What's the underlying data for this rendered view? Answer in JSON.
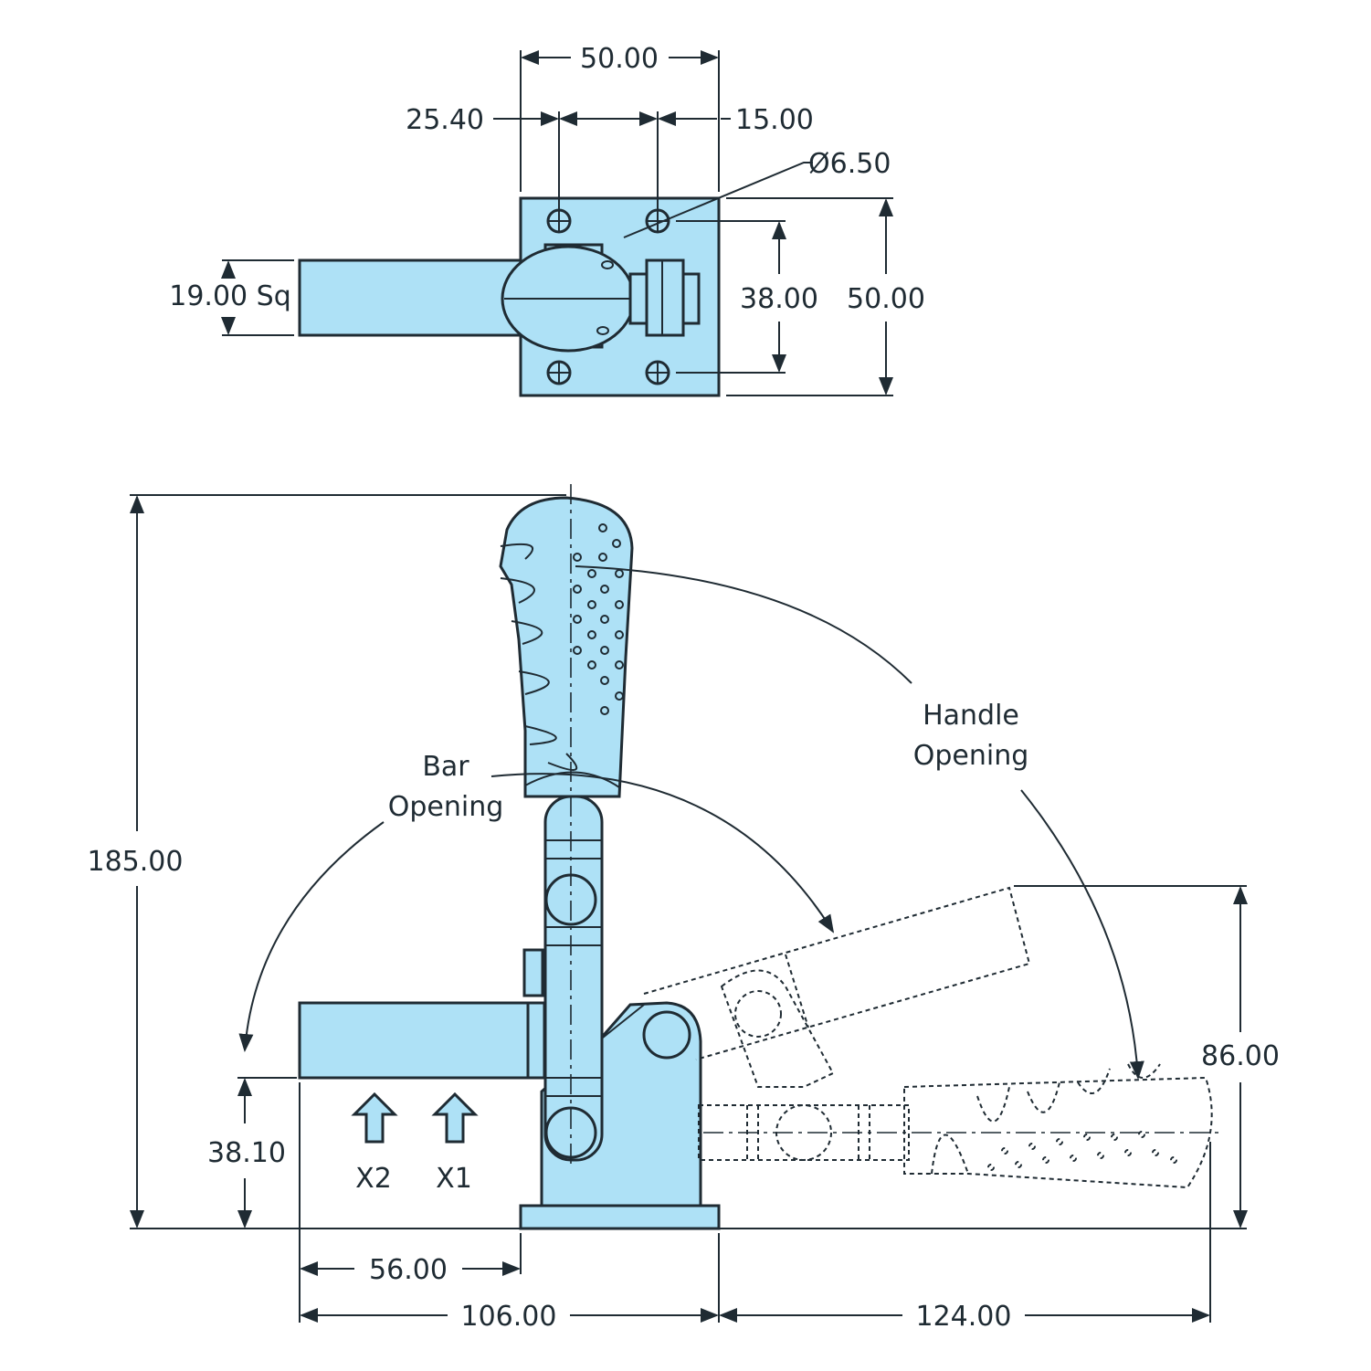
{
  "colors": {
    "part_fill": "#aee1f6",
    "line": "#1f2b33",
    "background": "#ffffff"
  },
  "top_view": {
    "dims": {
      "overall_width": "50.00",
      "hole_offset_left": "25.40",
      "hole_offset_right": "15.00",
      "hole_diameter": "Ø6.50",
      "bar_size": "19.00 Sq",
      "hole_spacing": "38.00",
      "overall_height": "50.00"
    }
  },
  "side_view": {
    "dims": {
      "overall_height": "185.00",
      "bar_height": "38.10",
      "bar_reach": "56.00",
      "base_to_bar_end": "106.00",
      "open_reach": "124.00",
      "open_height": "86.00"
    },
    "labels": {
      "bar_opening_1": "Bar",
      "bar_opening_2": "Opening",
      "handle_opening_1": "Handle",
      "handle_opening_2": "Opening",
      "x2": "X2",
      "x1": "X1"
    }
  }
}
